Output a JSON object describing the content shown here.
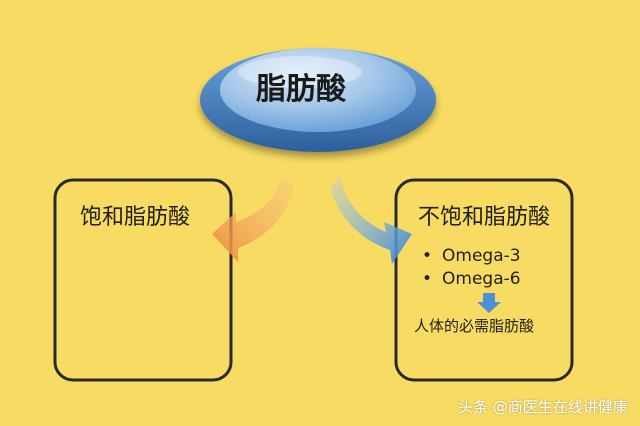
{
  "top_node": {
    "label": "脂肪酸"
  },
  "left_box": {
    "title": "饱和脂肪酸"
  },
  "right_box": {
    "title": "不饱和脂肪酸",
    "bullet_symbol": "•",
    "items": [
      "Omega-3",
      "Omega-6"
    ],
    "conclusion": "人体的必需脂肪酸"
  },
  "watermark": {
    "text": "头条 @商医生在线讲健康"
  },
  "colors": {
    "background": "#f8db63",
    "box_border": "#2a2a2a",
    "ellipse_blue": "#5b9bd5",
    "left_arrow": "#f2a04f",
    "right_arrow": "#5fa2e0"
  },
  "icons": {
    "left_arrow": "curved-arrow-orange",
    "right_arrow": "curved-arrow-blue",
    "down_arrow": "down-arrow-blue"
  }
}
